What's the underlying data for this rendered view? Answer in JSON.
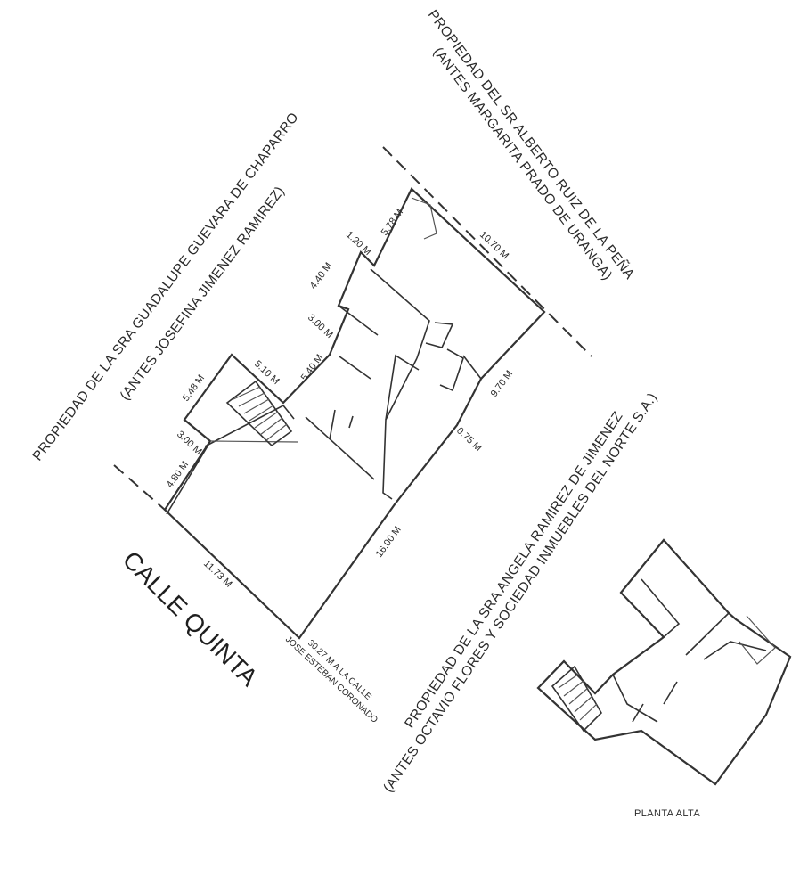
{
  "neighbors": {
    "north_line1": "PROPIEDAD DEL SR ALBERTO RUIZ DE LA PEÑA",
    "north_line2": "(ANTES MARGARITA PRADO DE URANGA)",
    "west_line1": "PROPIEDAD DE LA SRA GUADALUPE GUEVARA DE CHAPARRO",
    "west_line2": "(ANTES JOSEFINA JIMENEZ RAMIREZ)",
    "south_line1": "PROPIEDAD DE LA SRA ANGELA RAMIREZ DE JIMENEZ",
    "south_line2": "(ANTES OCTAVIO FLORES Y SOCIEDAD INMUEBLES DEL NORTE S.A.)"
  },
  "street": {
    "name": "CALLE QUINTA",
    "distance_note": "30.27 M A LA CALLE",
    "cross_street": "JOSE ESTEBAN CORONADO"
  },
  "dimensions": {
    "front": "11.73 M",
    "side_long": "16.00 M",
    "back_offset": "0.75 M",
    "back_side": "9.70 M",
    "top_back": "10.70 M",
    "top_small": "5.78 M",
    "jog_1": "1.20 M",
    "west_a": "4.40 M",
    "west_b": "3.00 M",
    "west_c": "5.40 M",
    "west_d": "5.10 M",
    "west_e": "5.48 M",
    "west_f": "3.00 M",
    "west_g": "4.80 M"
  },
  "upper_floor": {
    "label": "PLANTA ALTA"
  }
}
